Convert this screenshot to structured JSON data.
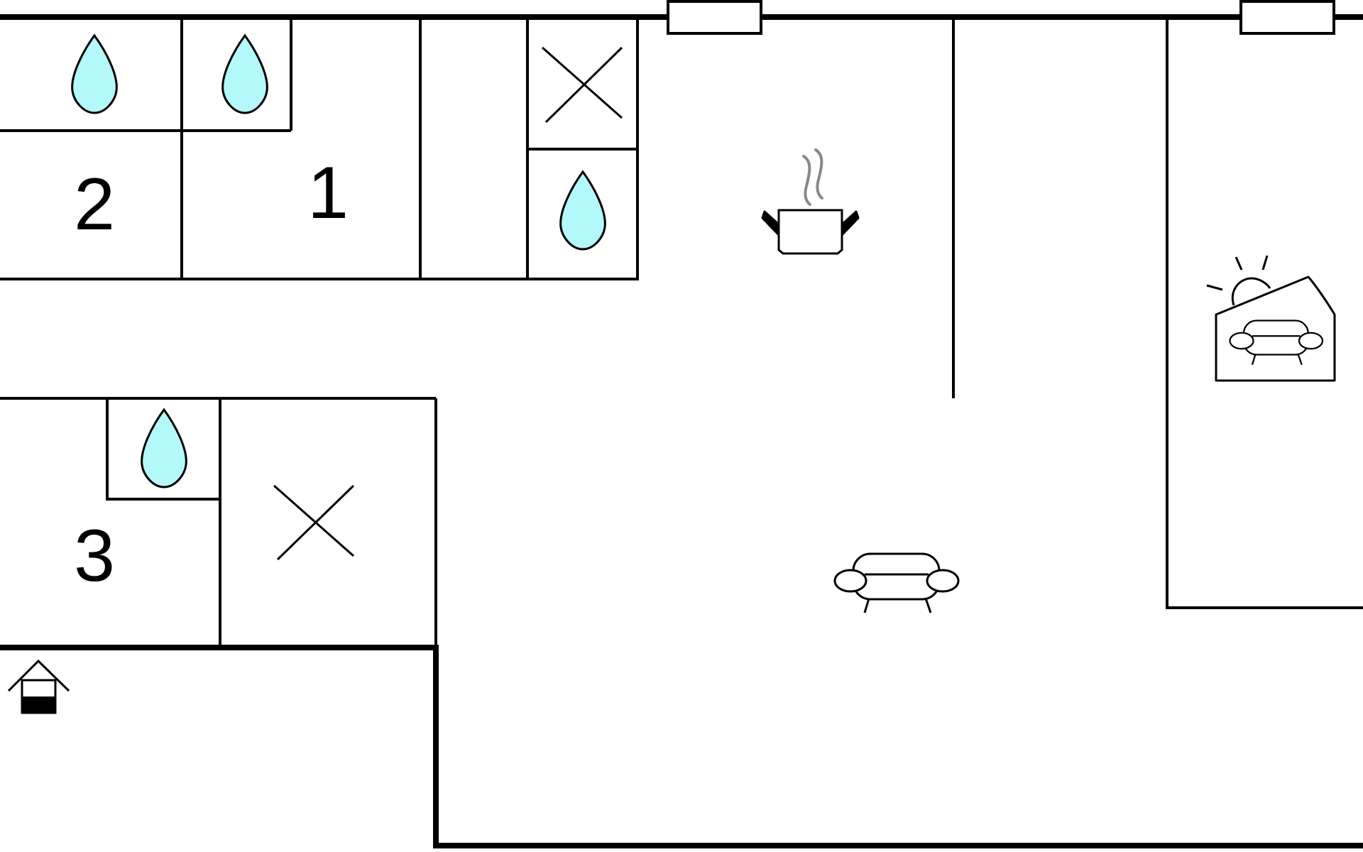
{
  "plan": {
    "rooms": [
      {
        "id": "room-1",
        "number": "1"
      },
      {
        "id": "room-2",
        "number": "2"
      },
      {
        "id": "room-3",
        "number": "3"
      }
    ],
    "icons": {
      "shower": "water-drop-icon",
      "toilet": "x-mark-icon",
      "kitchen": "cooking-pot-icon",
      "living": "sofa-icon",
      "conservatory": "sunroom-icon",
      "entrance": "entrance-house-icon",
      "window": "window-icon"
    },
    "colors": {
      "wall": "#000000",
      "water": "#b3f8fb",
      "steam": "#888888",
      "background": "#ffffff"
    }
  }
}
